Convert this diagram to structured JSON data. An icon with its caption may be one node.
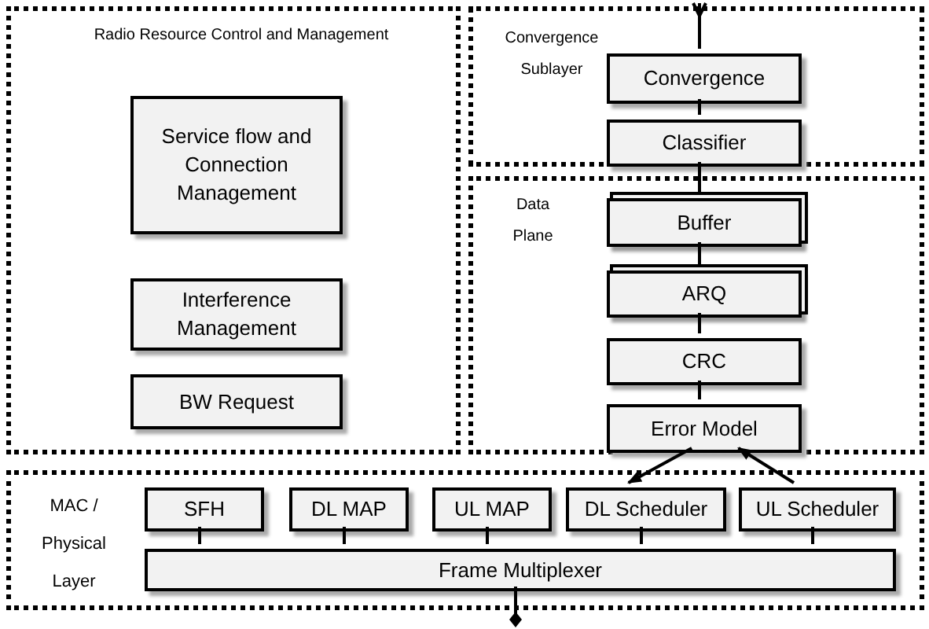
{
  "diagram": {
    "nodes": [
      {
        "text": [
          "Radio Resource Control and Management"
        ]
      },
      {
        "text": [
          "Service flow and Connection Management"
        ],
        "in": 0
      },
      {
        "text": [
          "Interference Management"
        ],
        "in": 0
      },
      {
        "text": [
          "BW Request"
        ],
        "in": 0
      },
      {
        "text": [
          "Convergence Sublayer"
        ]
      },
      {
        "text": [
          "Convergence"
        ],
        "in": 4
      },
      {
        "text": [
          "Classifier"
        ],
        "in": 4
      },
      {
        "text": [
          "Data Plane"
        ]
      },
      {
        "text": [
          "Buffer"
        ],
        "in": 7
      },
      {
        "text": [
          "ARQ"
        ],
        "in": 7
      },
      {
        "text": [
          "CRC"
        ],
        "in": 7
      },
      {
        "text": [
          "Error Model"
        ],
        "in": 7
      },
      {
        "text": [
          "MAC / Physical Layer"
        ]
      },
      {
        "text": [
          "SFH"
        ],
        "in": 12
      },
      {
        "text": [
          "DL MAP"
        ],
        "in": 12
      },
      {
        "text": [
          "UL MAP"
        ],
        "in": 12
      },
      {
        "text": [
          "DL Scheduler"
        ],
        "in": 12
      },
      {
        "text": [
          "UL Scheduler"
        ],
        "in": 12
      },
      {
        "text": [
          "Frame Multiplexer"
        ],
        "in": 12
      }
    ],
    "edges": [
      {
        "from": null,
        "to": 5,
        "arrow": "other"
      },
      {
        "from": 5,
        "to": 6,
        "arrow": "none"
      },
      {
        "from": 6,
        "to": 8,
        "arrow": "none"
      },
      {
        "from": 8,
        "to": 9,
        "arrow": "none"
      },
      {
        "from": 9,
        "to": 10,
        "arrow": "none"
      },
      {
        "from": 10,
        "to": 11,
        "arrow": "none"
      },
      {
        "from": 11,
        "to": 16,
        "arrow": "to"
      },
      {
        "from": 17,
        "to": 11,
        "arrow": "to"
      },
      {
        "from": 13,
        "to": 18,
        "arrow": "none"
      },
      {
        "from": 14,
        "to": 18,
        "arrow": "none"
      },
      {
        "from": 15,
        "to": 18,
        "arrow": "none"
      },
      {
        "from": 16,
        "to": 18,
        "arrow": "none"
      },
      {
        "from": 17,
        "to": 18,
        "arrow": "none"
      },
      {
        "from": 18,
        "to": null,
        "arrow": "other"
      }
    ]
  }
}
